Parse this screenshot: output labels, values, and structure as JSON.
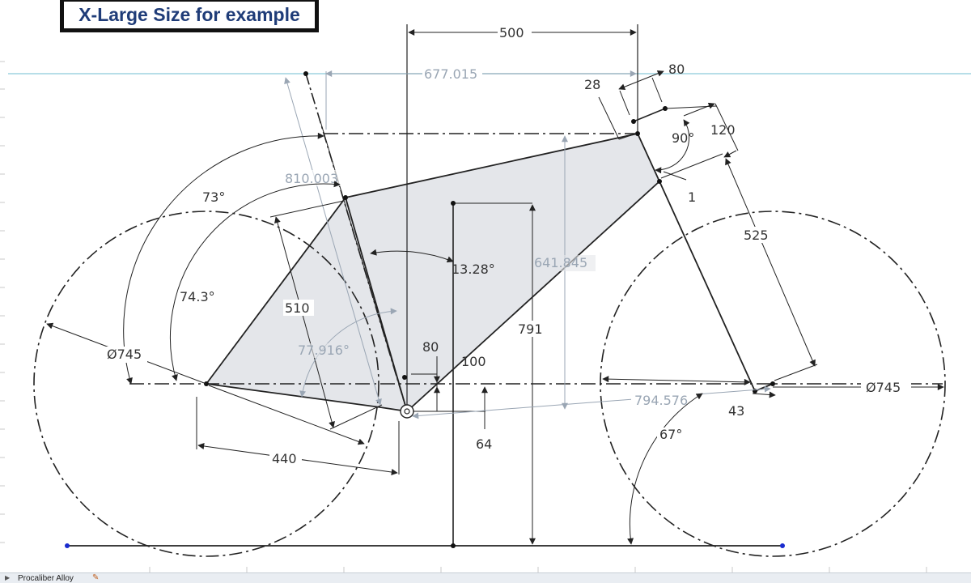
{
  "header": {
    "title": "X-Large Size for example"
  },
  "dimensions": {
    "top_500": "500",
    "top_80": "80",
    "d_28": "28",
    "ref_677": "677.015",
    "d_120": "120",
    "d_90deg": "90°",
    "ref_810": "810.003",
    "d_73deg": "73°",
    "d_1": "1",
    "d_525": "525",
    "d_74deg": "74.3°",
    "d_13deg": "13.28°",
    "ref_641": "641.845",
    "d_510": "510",
    "d_791": "791",
    "d_745_left": "Ø745",
    "ref_77deg": "77.916°",
    "d_80b": "80",
    "d_100": "100",
    "d_745_right": "Ø745",
    "ref_794": "794.576",
    "d_43": "43",
    "d_67deg": "67°",
    "d_64": "64",
    "d_440": "440"
  },
  "statusbar": {
    "tab_label": "Procaliber Alloy"
  },
  "colors": {
    "frame_fill": "#e4e6ea",
    "reference_blue": "#9aa6b4",
    "line_dark": "#222222",
    "title_blue": "#1f3c78"
  }
}
